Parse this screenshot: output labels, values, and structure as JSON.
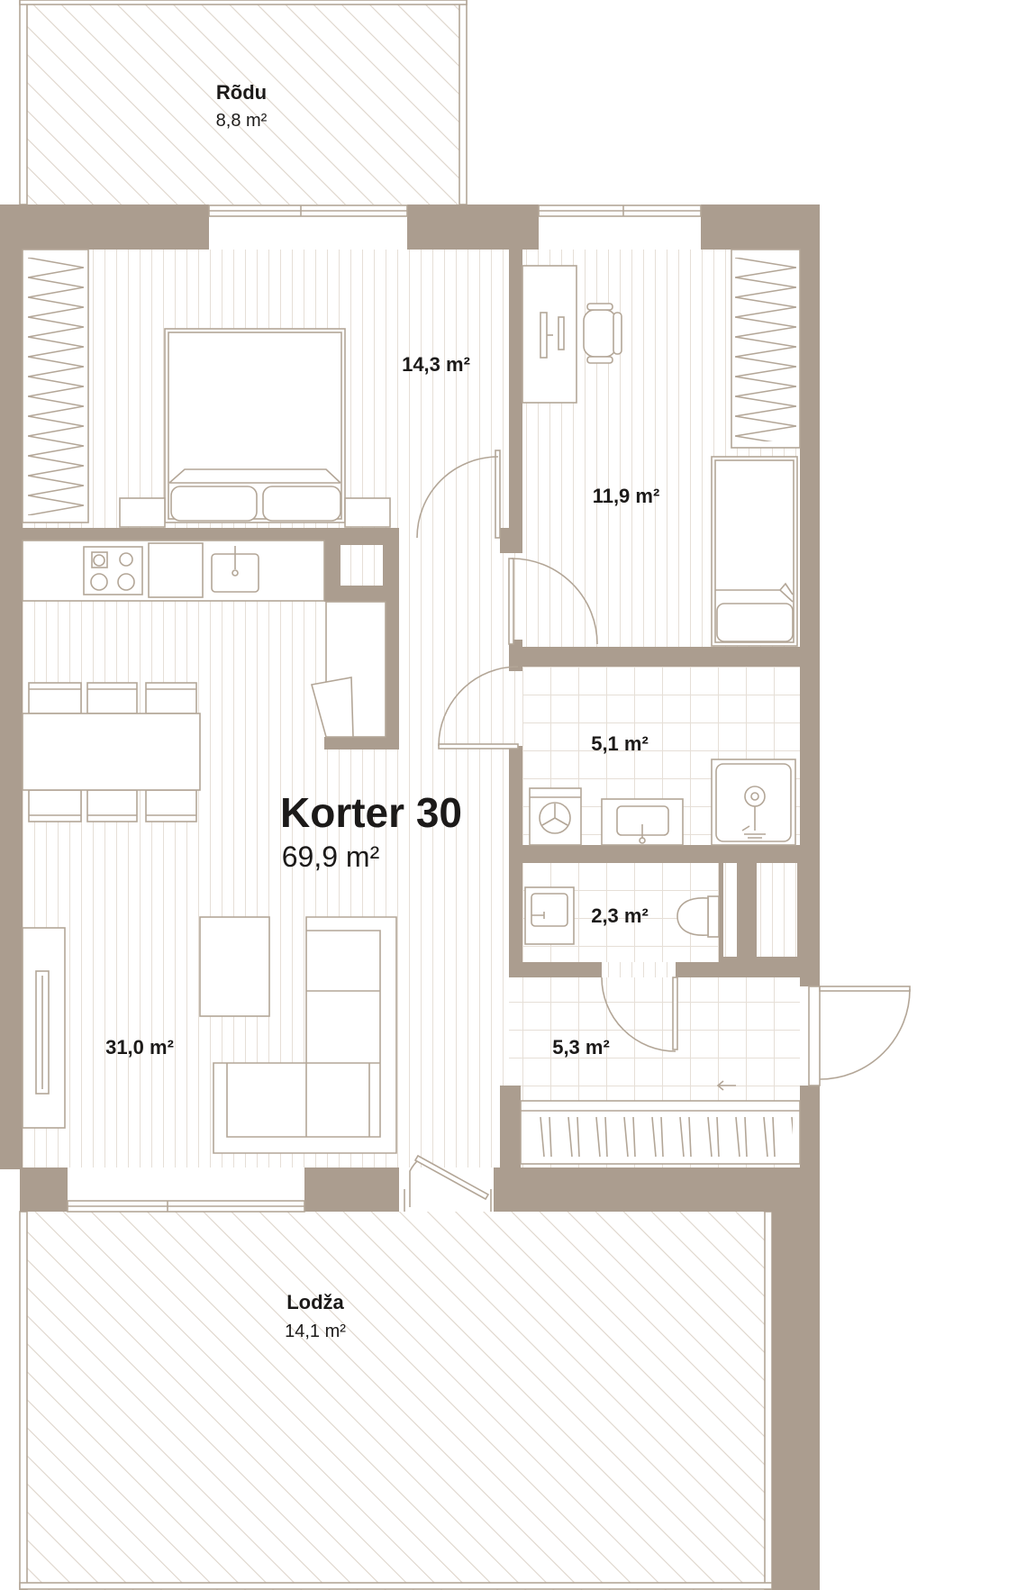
{
  "plan": {
    "title": "Korter 30",
    "total_area": "69,9 m²"
  },
  "rooms": {
    "balcony_top": {
      "label": "Rõdu",
      "area": "8,8 m²"
    },
    "bedroom": {
      "area": "14,3 m²"
    },
    "bedroom_small": {
      "area": "11,9 m²"
    },
    "living_kitchen": {
      "area": "31,0 m²"
    },
    "bathroom": {
      "area": "5,1 m²"
    },
    "wc": {
      "area": "2,3 m²"
    },
    "hall": {
      "area": "5,3 m²"
    },
    "loggia": {
      "label": "Lodža",
      "area": "14,1 m²"
    }
  },
  "icons": {
    "entrance": "arrow-left-icon"
  },
  "colors": {
    "wall": "#ab9d8f",
    "line": "#b3a697",
    "floor": "#e6dfd7",
    "hatch": "#ddd4ca",
    "text": "#1c1a19"
  }
}
